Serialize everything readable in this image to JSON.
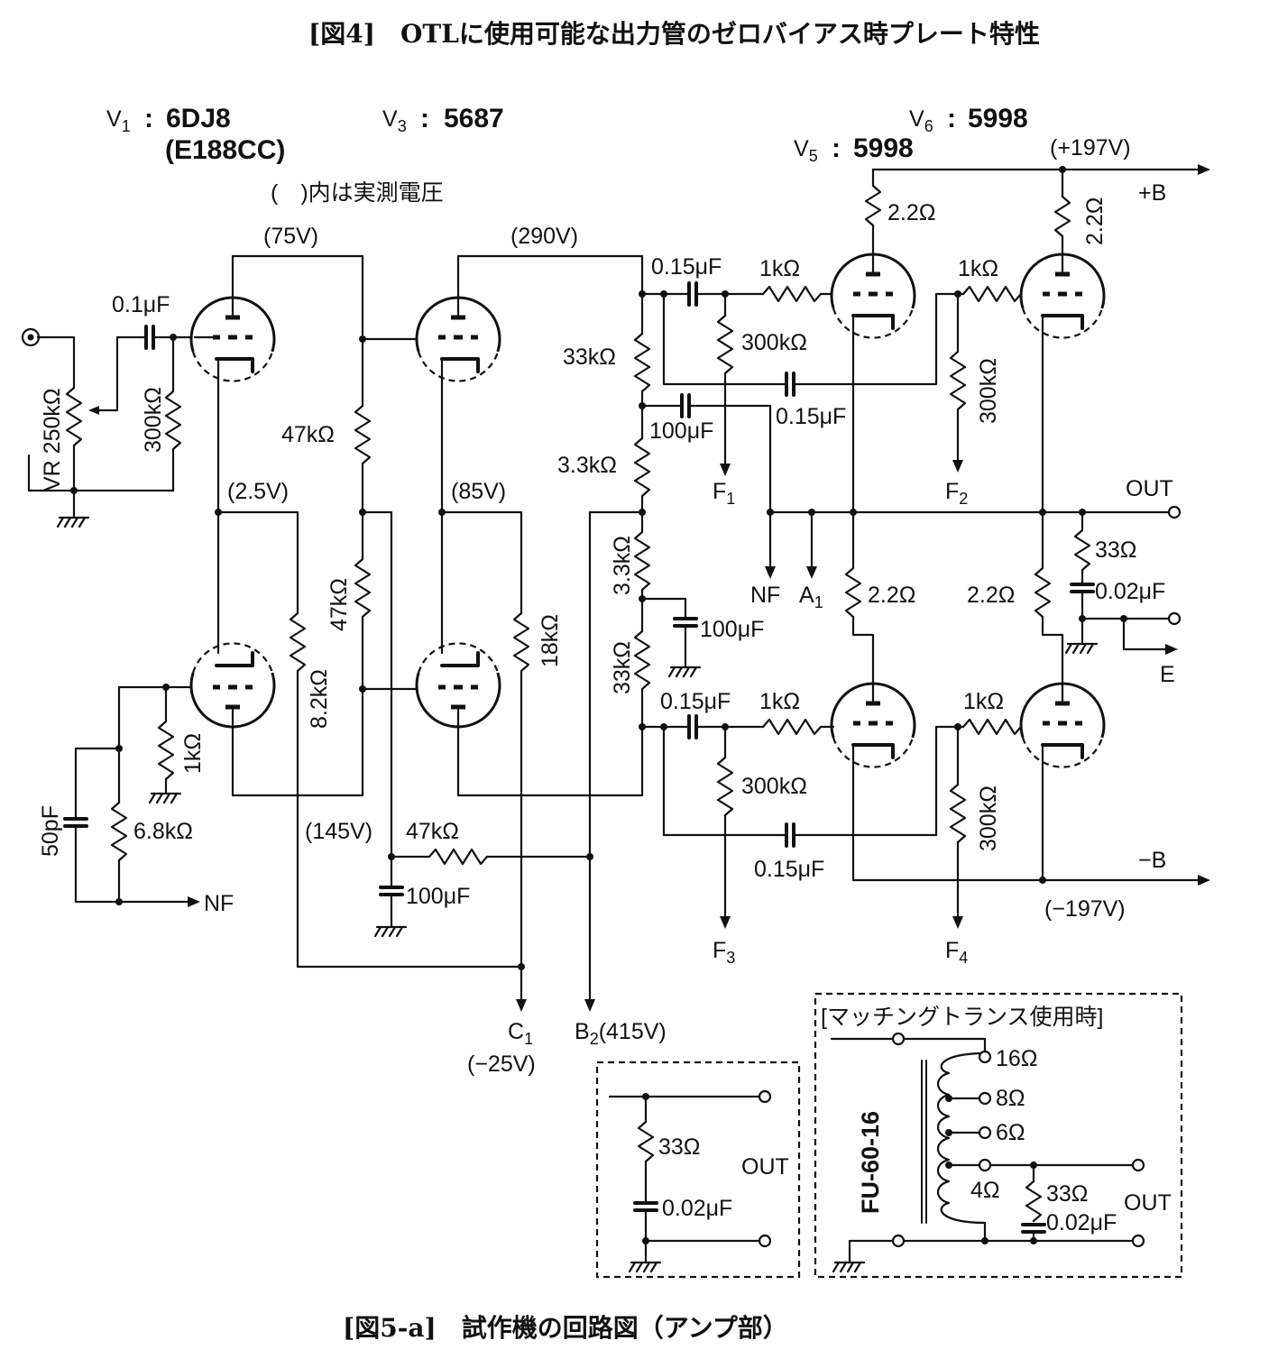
{
  "header_title": "[図4]　OTLに使用可能な出力管のゼロバイアス時プレート特性",
  "footer_title": "[図5-a]　試作機の回路図（アンプ部）",
  "note": "(　)内は実測電圧",
  "tubes": {
    "v1_ref": "V",
    "v1_sub": "1",
    "v1_type": "6DJ8",
    "v1_alt": "(E188CC)",
    "v3_ref": "V",
    "v3_sub": "3",
    "v3_type": "5687",
    "v5_ref": "V",
    "v5_sub": "5",
    "v5_type": "5998",
    "v6_ref": "V",
    "v6_sub": "6",
    "v6_type": "5998"
  },
  "voltages": {
    "v1_plate": "(75V)",
    "v1_cathode": "(2.5V)",
    "v3_plate": "(290V)",
    "v3_cathode": "(85V)",
    "v2_plate": "(145V)",
    "b_plus": "(+197V)",
    "b_minus": "(−197V)",
    "c1": "(−25V)"
  },
  "components": {
    "vr": "VR 250kΩ",
    "c_in": "0.1μF",
    "r_grid1": "300kΩ",
    "r_47a": "47kΩ",
    "r_47b": "47kΩ",
    "r_47c": "47kΩ",
    "r_82": "8.2kΩ",
    "r_18": "18kΩ",
    "r_1k_k": "1kΩ",
    "r_68": "6.8kΩ",
    "c_50p": "50pF",
    "c_100_bias": "100μF",
    "r_33k_top": "33kΩ",
    "r_33_a": "3.3kΩ",
    "r_33_b": "3.3kΩ",
    "r_33k_bot": "33kΩ",
    "c_100_a": "100μF",
    "c_100_b": "100μF",
    "c_015_top": "0.15μF",
    "c_015_mid": "0.15μF",
    "c_015_bot": "0.15μF",
    "c_015_low": "0.15μF",
    "r_1k_v5": "1kΩ",
    "r_1k_v6": "1kΩ",
    "r_1k_v5b": "1kΩ",
    "r_1k_v6b": "1kΩ",
    "r_300_v5": "300kΩ",
    "r_300_v6": "300kΩ",
    "r_300_v5b": "300kΩ",
    "r_300_v6b": "300kΩ",
    "r_22_v5": "2.2Ω",
    "r_22_v6": "2.2Ω",
    "r_22_v5k": "2.2Ω",
    "r_22_v6k": "2.2Ω",
    "r_zobel": "33Ω",
    "c_zobel": "0.02μF"
  },
  "nodes": {
    "b_plus": "+B",
    "b_minus": "−B",
    "out": "OUT",
    "e": "E",
    "nf": "NF",
    "nf_in": "NF",
    "a1": "A",
    "a1_sub": "1",
    "f": "F",
    "f1_sub": "1",
    "f2_sub": "2",
    "f3_sub": "3",
    "f4_sub": "4",
    "c1": "C",
    "c1_sub": "1",
    "b2": "B",
    "b2_sub": "2",
    "b2_v": "(415V)"
  },
  "inset_zobel": {
    "r": "33Ω",
    "c": "0.02μF",
    "out": "OUT"
  },
  "inset_transformer": {
    "caption": "[マッチングトランス使用時]",
    "model": "FU-60-16",
    "taps": [
      "16Ω",
      "8Ω",
      "6Ω",
      "4Ω"
    ],
    "r": "33Ω",
    "c": "0.02μF",
    "out": "OUT"
  }
}
